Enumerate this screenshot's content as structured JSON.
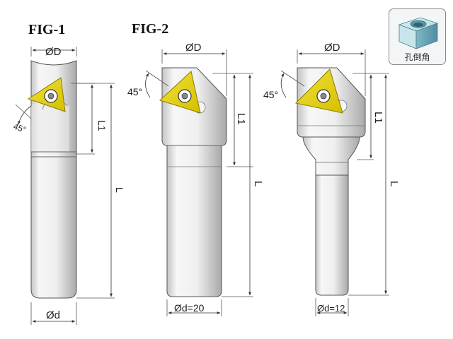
{
  "figures": {
    "fig1": {
      "title": "FIG-1",
      "diameter_top": "ØD",
      "diameter_bottom": "Ød",
      "angle": "45°",
      "length_short": "L1",
      "length_total": "L"
    },
    "fig2": {
      "title": "FIG-2",
      "diameter_top": "ØD",
      "diameter_bottom": "Ød=20",
      "angle": "45°",
      "length_short": "L1",
      "length_total": "L"
    },
    "fig3": {
      "diameter_top": "ØD",
      "diameter_bottom": "Ød=12",
      "angle": "45°",
      "length_short": "L1",
      "length_total": "L"
    }
  },
  "legend": {
    "caption": "孔倒角",
    "icon": "hole-chamfer-icon"
  },
  "colors": {
    "insert": "#e8d400",
    "body_light": "#f2f2f2",
    "body_dark": "#b0b0b0",
    "line": "#333333"
  }
}
